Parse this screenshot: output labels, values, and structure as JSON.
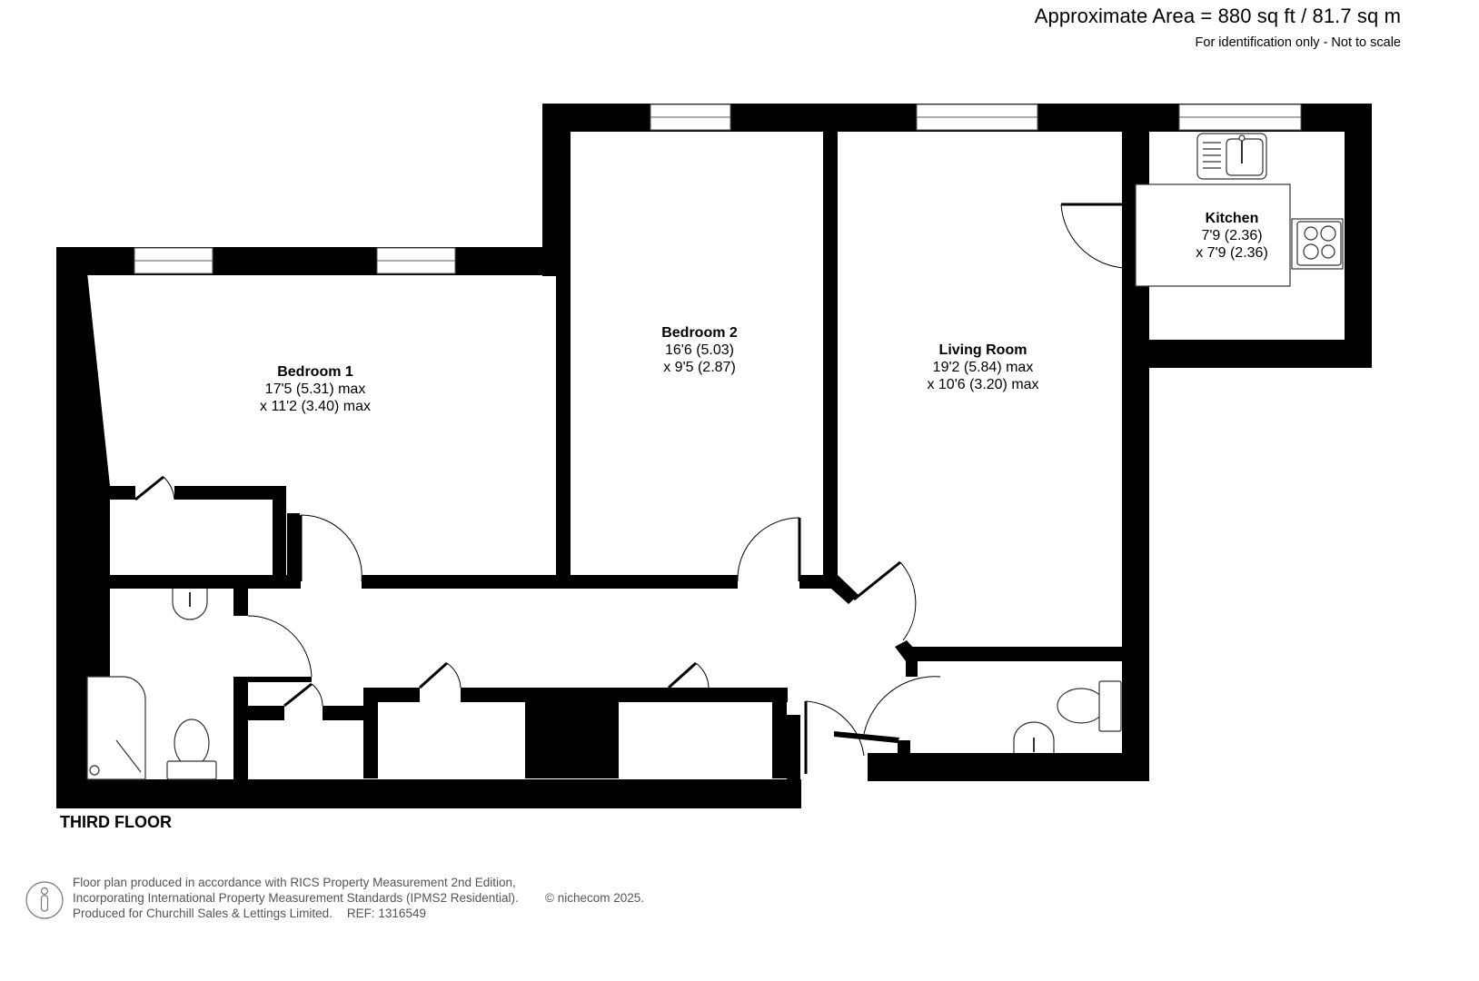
{
  "header": {
    "approximate_area": "Approximate Area = 880 sq ft / 81.7 sq m",
    "disclaimer": "For identification only - Not to scale"
  },
  "plan": {
    "floor_label": "THIRD FLOOR",
    "wall_color": "#000000",
    "background_color": "#ffffff",
    "rooms": [
      {
        "name": "Bedroom 1",
        "dim1": "17'5 (5.31) max",
        "dim2": "x 11'2 (3.40) max"
      },
      {
        "name": "Bedroom 2",
        "dim1": "16'6 (5.03)",
        "dim2": "x 9'5 (2.87)"
      },
      {
        "name": "Living Room",
        "dim1": "19'2 (5.84) max",
        "dim2": "x 10'6 (3.20) max"
      },
      {
        "name": "Kitchen",
        "dim1": "7'9 (2.36)",
        "dim2": "x 7'9 (2.36)"
      }
    ],
    "fixtures": [
      "kitchen-sink-icon",
      "hob-icon",
      "shower-tray-icon",
      "toilet-icon",
      "basin-icon",
      "door-swing-icon",
      "window-icon"
    ]
  },
  "footer": {
    "line1": "Floor plan produced in accordance with RICS Property Measurement 2nd Edition,",
    "line2": "Incorporating International Property Measurement Standards (IPMS2 Residential).",
    "line3": "Produced for Churchill Sales & Lettings Limited.",
    "ref": "REF: 1316549",
    "copyright": "© nichecom 2025.",
    "icon": "person-figure-icon"
  }
}
